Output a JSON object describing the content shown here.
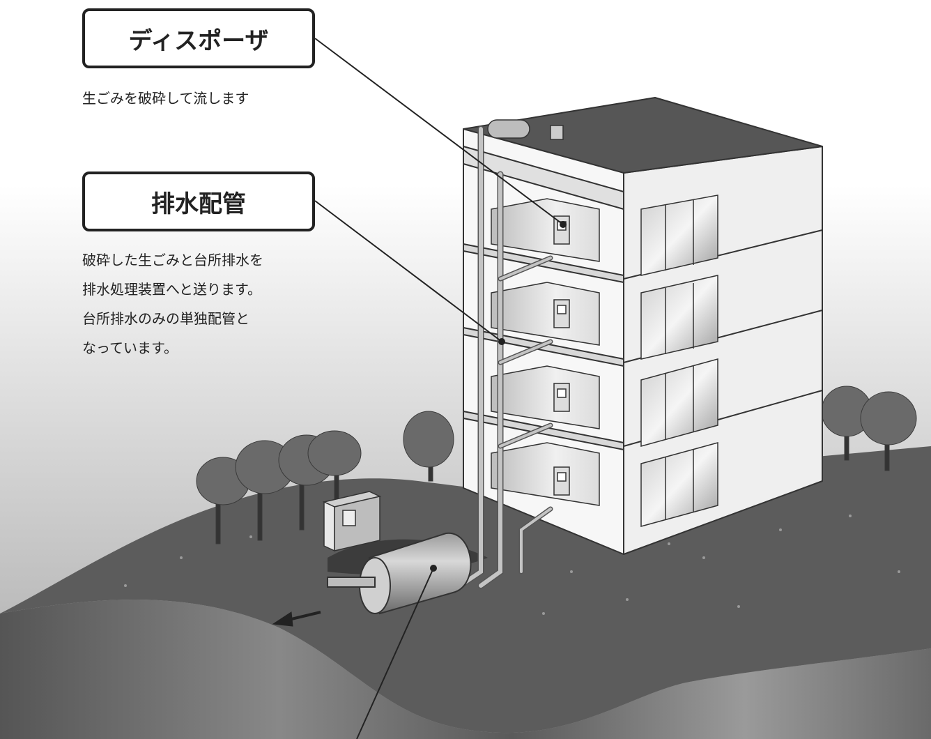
{
  "callouts": [
    {
      "title": "ディスポーザ",
      "lines": [
        "生ごみを破砕して流します"
      ]
    },
    {
      "title": "排水配管",
      "lines": [
        "破砕した生ごみと台所排水を",
        "排水処理装置へと送ります。",
        "台所排水のみの単独配管と",
        "なっています。"
      ]
    }
  ],
  "colors": {
    "ink": "#222222",
    "ground_top": "#5e5e5e",
    "ground_side": "#8a8a8a",
    "building_wall": "#f2f2f2",
    "roof": "#555555",
    "pipe": "#b8b8b8"
  },
  "icons": [
    "disposer-icon",
    "drain-pipe",
    "treatment-tank",
    "outflow-arrow",
    "tree",
    "control-box"
  ]
}
